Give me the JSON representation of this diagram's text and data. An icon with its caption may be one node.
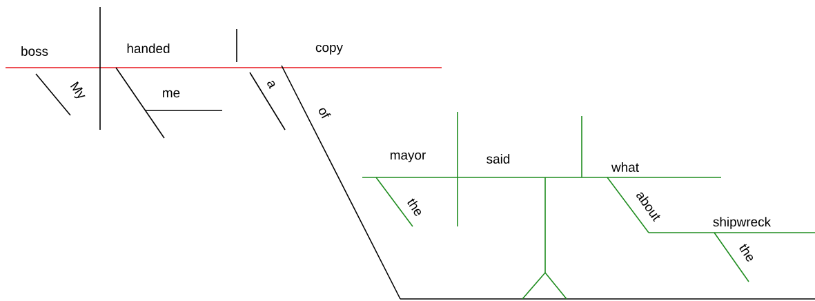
{
  "diagram": {
    "labels": [
      "boss",
      "handed",
      "copy",
      "My",
      "me",
      "a",
      "of",
      "mayor",
      "said",
      "what",
      "the",
      "about",
      "shipwreck",
      "the"
    ]
  }
}
